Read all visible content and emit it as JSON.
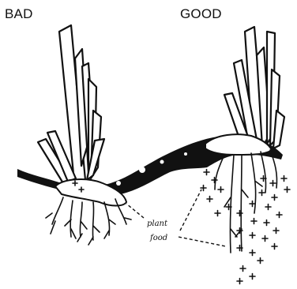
{
  "labels": {
    "bad": "BAD",
    "good": "GOOD",
    "annotation_line1": "plant",
    "annotation_line2": "food"
  },
  "colors": {
    "ink": "#111111",
    "paper": "#ffffff"
  }
}
